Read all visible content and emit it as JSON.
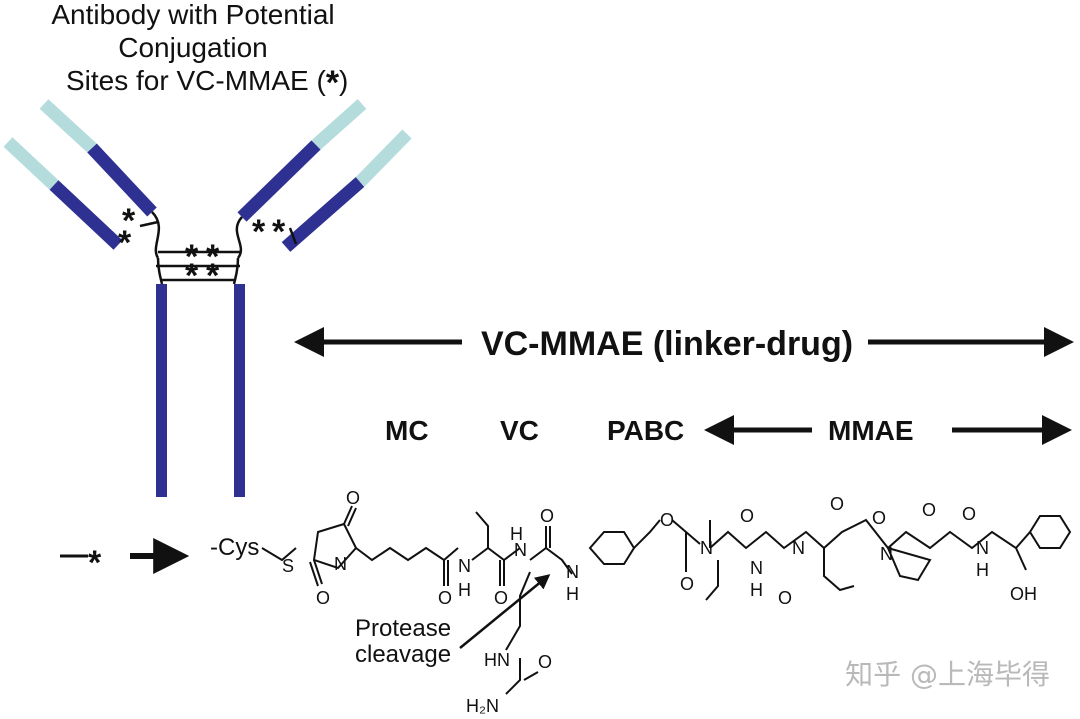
{
  "title": {
    "line1": "Antibody with Potential",
    "line2": "Conjugation",
    "line3": "Sites for VC-MMAE (",
    "star": "*",
    "close": ")"
  },
  "legend": {
    "star": "*"
  },
  "linker_drug": {
    "label": "VC-MMAE (linker-drug)"
  },
  "segments": {
    "mc": "MC",
    "vc": "VC",
    "pabc": "PABC",
    "mmae": "MMAE"
  },
  "annotation": {
    "line1": "Protease",
    "line2": "cleavage"
  },
  "atoms": {
    "cys": "-Cys",
    "s": "S",
    "n": "N",
    "o": "O",
    "h": "H",
    "hn": "HN",
    "h2n": "H₂N",
    "oh": "OH"
  },
  "watermark": "知乎 @上海毕得",
  "colors": {
    "heavy_chain": "#2e3192",
    "light_tip": "#b5dcdc",
    "ink": "#111111",
    "watermark": "#b9b9b9"
  }
}
